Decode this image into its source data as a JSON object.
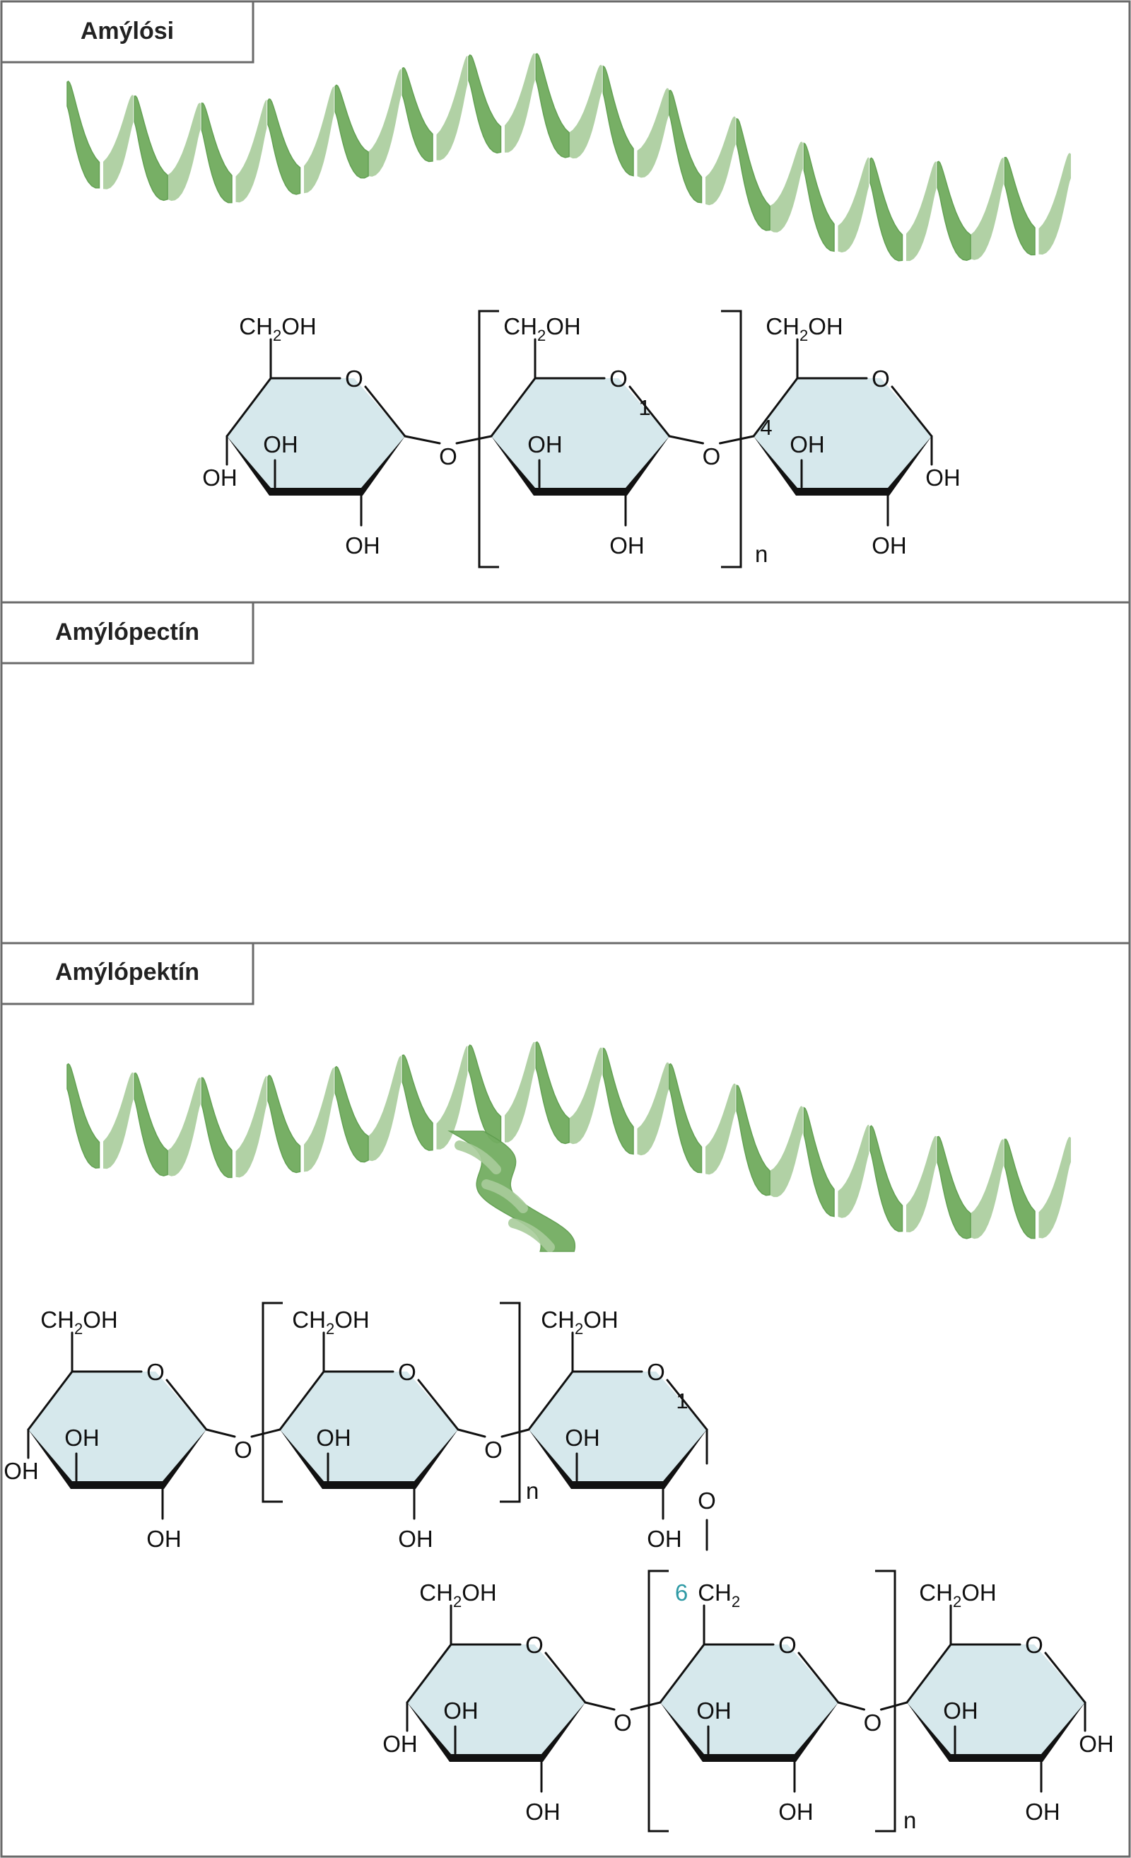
{
  "colors": {
    "helix_dark": "#5f9e4f",
    "helix_mid": "#73ad61",
    "helix_light": "#a9cc9b",
    "ring_fill": "#d6e8ec",
    "bond": "#111111",
    "position_number": "#2f9aa5",
    "frame": "#6a6a6a"
  },
  "panels": [
    {
      "label": "Amýlósi"
    },
    {
      "label": "Amýlópectín"
    },
    {
      "label": "Amýlópektín"
    }
  ],
  "chem": {
    "ch2_prefix": "CH",
    "sub2": "2",
    "oh_suffix": "OH",
    "ring_o": "O",
    "oh": "OH",
    "link_o": "O",
    "repeat_n": "n",
    "pos_1": "1",
    "pos_4": "4",
    "pos_6": "6"
  },
  "icons": [
    "alpha-helix-icon",
    "branched-helix-icon"
  ]
}
